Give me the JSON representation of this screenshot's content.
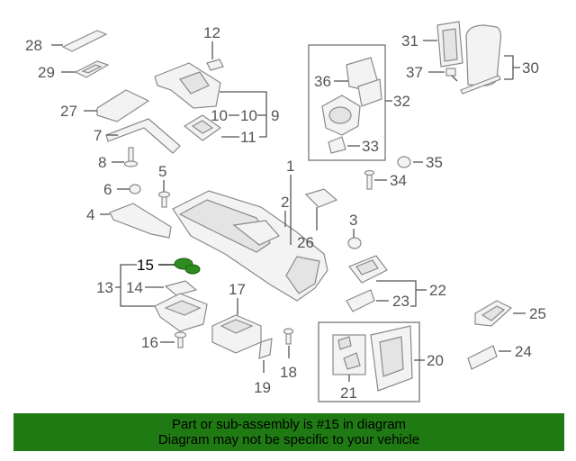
{
  "diagram": {
    "highlight_color": "#2e8b1f",
    "callouts": {
      "c28": "28",
      "c29": "29",
      "c27": "27",
      "c7": "7",
      "c8": "8",
      "c12": "12",
      "c10": "10",
      "c9": "9",
      "c11": "11",
      "c31": "31",
      "c37": "37",
      "c30": "30",
      "c36": "36",
      "c32": "32",
      "c33": "33",
      "c35": "35",
      "c34": "34",
      "c5": "5",
      "c6": "6",
      "c4": "4",
      "c1": "1",
      "c2": "2",
      "c3": "3",
      "c26": "26",
      "c15": "15",
      "c13": "13",
      "c14": "14",
      "c16": "16",
      "c17": "17",
      "c18": "18",
      "c19": "19",
      "c22": "22",
      "c23": "23",
      "c25": "25",
      "c24": "24",
      "c20": "20",
      "c21": "21"
    }
  },
  "banner": {
    "color": "#1f7a14",
    "line1": "Part or sub-assembly is #15 in diagram",
    "line2": "Diagram may not be specific to your vehicle"
  }
}
